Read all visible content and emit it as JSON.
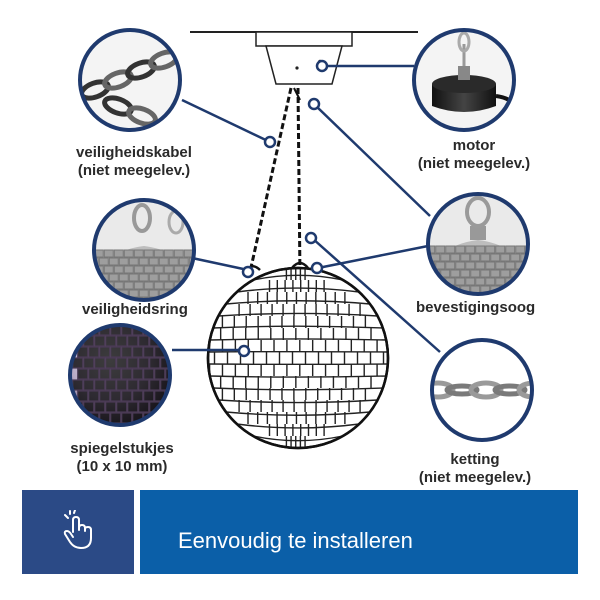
{
  "labels": {
    "veiligheidskabel": {
      "line1": "veiligheidskabel",
      "line2": "(niet meegelev.)"
    },
    "motor": {
      "line1": "motor",
      "line2": "(niet meegelev.)"
    },
    "veiligheidsring": {
      "line1": "veiligheidsring"
    },
    "bevestigingsoog": {
      "line1": "bevestigingsoog"
    },
    "spiegelstukjes": {
      "line1": "spiegelstukjes",
      "line2": "(10 x 10 mm)"
    },
    "ketting": {
      "line1": "ketting",
      "line2": "(niet meegelev.)"
    }
  },
  "banner": {
    "text": "Eenvoudig te installeren",
    "icon": "hand-tap-icon"
  },
  "colors": {
    "callout_line": "#1f3a6e",
    "banner_left": "#2b4a86",
    "banner_right": "#0b5fa8",
    "label_text": "#2a2a2a"
  }
}
